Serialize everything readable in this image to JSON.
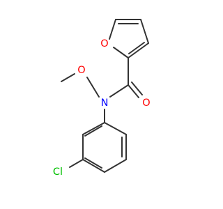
{
  "molecule": {
    "colors": {
      "bond": "#333333",
      "oxygen": "#ff0000",
      "nitrogen": "#0000ff",
      "chlorine": "#00c000",
      "background": "#ffffff"
    },
    "atoms": {
      "furan_oxygen": "O",
      "carbonyl_oxygen": "O",
      "amide_nitrogen": "N",
      "methoxy_oxygen": "O",
      "chlorine": "Cl"
    }
  }
}
